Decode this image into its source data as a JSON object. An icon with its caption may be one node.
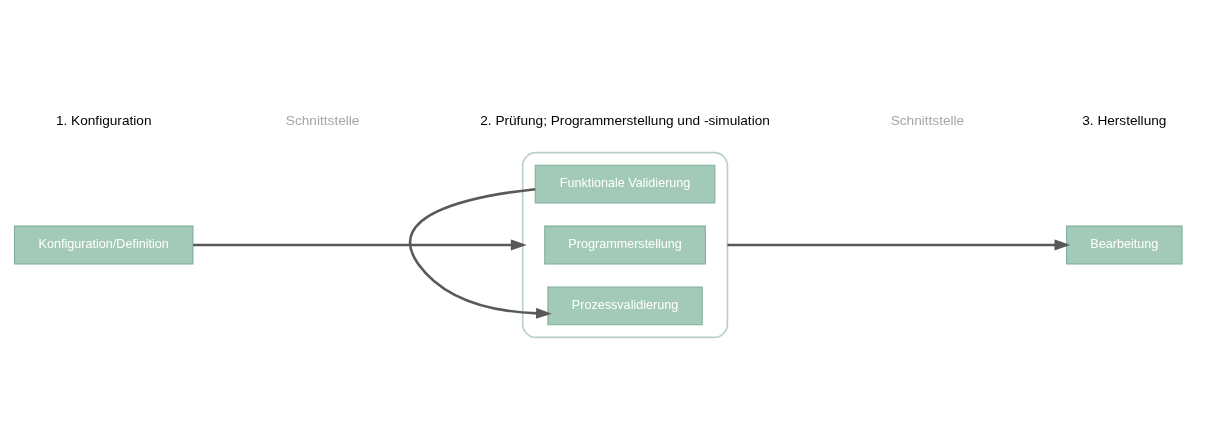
{
  "diagram": {
    "nodes": [
      {
        "text": [
          "Konfiguration/Definition"
        ]
      },
      {
        "text": [],
        "shape": "box"
      },
      {
        "text": [
          "Funktionale Validierung"
        ],
        "in": 1
      },
      {
        "text": [
          "Programmerstellung"
        ],
        "in": 1
      },
      {
        "text": [
          "Prozessvalidierung"
        ],
        "in": 1
      },
      {
        "text": [
          "Bearbeitung"
        ]
      }
    ],
    "edges": [
      {
        "from": 0,
        "to": 1,
        "arrow": "to"
      },
      {
        "from": 1,
        "to": 5,
        "arrow": "to"
      },
      {
        "from": 2,
        "to": 4,
        "arrow": "to"
      }
    ],
    "labels": [
      "Schnittstelle",
      "Schnittstelle",
      "1. Konfiguration",
      "2. Prüfung; Programmerstellung und -simulation",
      "3. Herstellung"
    ]
  }
}
